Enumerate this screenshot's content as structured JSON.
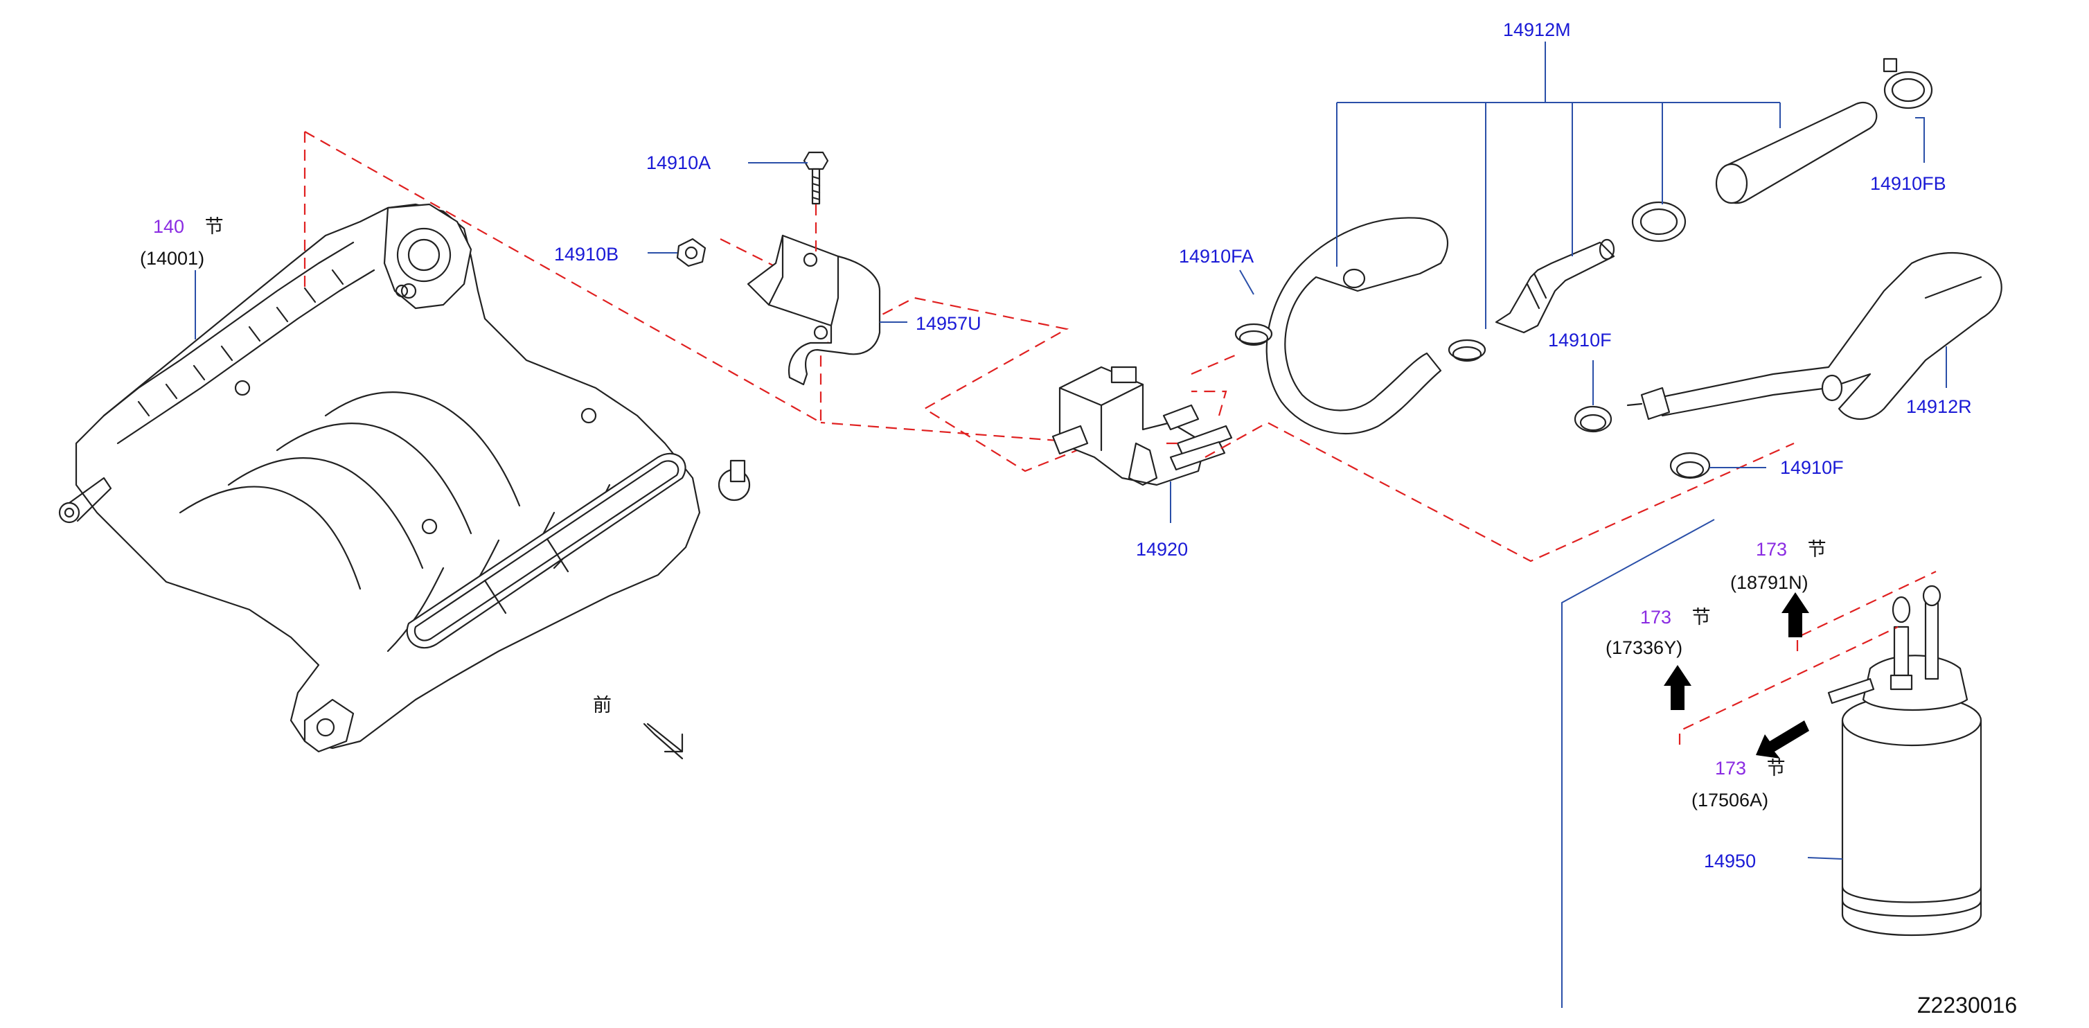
{
  "diagram_id": "Z2230016",
  "front_symbol": "前",
  "section_ref_symbol": "节",
  "callouts": {
    "manifold": {
      "section": "140",
      "part": "(14001)"
    },
    "ref_18791n": {
      "section": "173",
      "part": "(18791N)"
    },
    "ref_17336y": {
      "section": "173",
      "part": "(17336Y)"
    },
    "ref_17506a": {
      "section": "173",
      "part": "(17506A)"
    }
  },
  "parts": {
    "p14910A": "14910A",
    "p14910B": "14910B",
    "p14957U": "14957U",
    "p14910FA": "14910FA",
    "p14920": "14920",
    "p14912M": "14912M",
    "p14910FB": "14910FB",
    "p14910F_upper": "14910F",
    "p14910F_lower": "14910F",
    "p14912R": "14912R",
    "p14950": "14950"
  },
  "colors": {
    "part_label": "#1a1ad6",
    "section_ref": "#8a2be2",
    "leader_line": "#2a4fa8",
    "boundary_dash": "#e02020"
  }
}
